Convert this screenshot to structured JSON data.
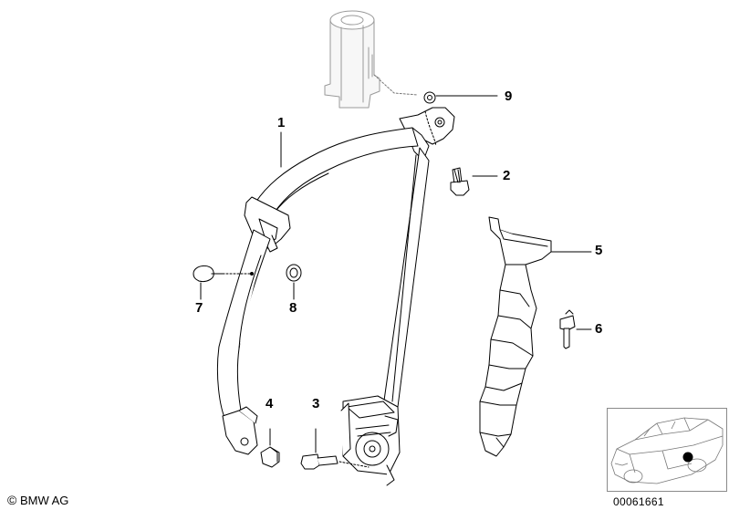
{
  "callouts": {
    "c1": "1",
    "c2": "2",
    "c3": "3",
    "c4": "4",
    "c5": "5",
    "c6": "6",
    "c7": "7",
    "c8": "8",
    "c9": "9"
  },
  "footer": {
    "copyright_symbol": "©",
    "copyright_text": "BMW AG",
    "diagram_id": "00061661"
  },
  "colors": {
    "line": "#000000",
    "fill": "#ffffff",
    "shade": "#e6e6e6",
    "location_dot": "#000000"
  },
  "icons": [
    "seat-belt-icon",
    "pillar-trim-icon",
    "vehicle-location-icon"
  ]
}
